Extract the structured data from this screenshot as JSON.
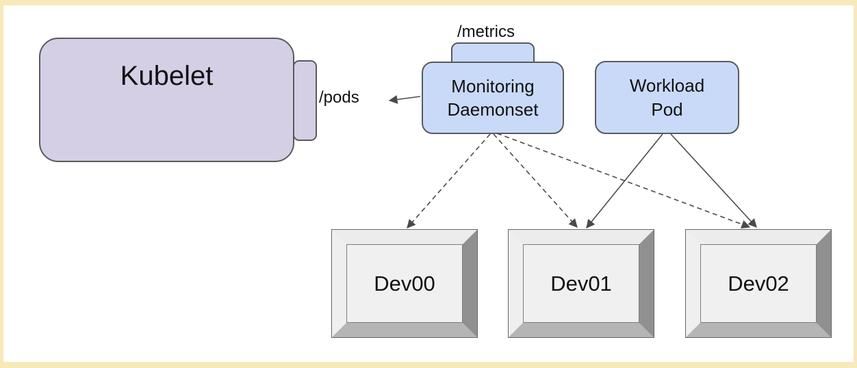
{
  "diagram": {
    "title_hint": "Kubernetes device-plugin monitoring topology",
    "kubelet": {
      "label": "Kubelet"
    },
    "monitoring": {
      "line1": "Monitoring",
      "line2": "Daemonset"
    },
    "workload": {
      "line1": "Workload",
      "line2": "Pod"
    },
    "endpoints": {
      "pods": "/pods",
      "metrics": "/metrics"
    },
    "devices": [
      {
        "label": "Dev00"
      },
      {
        "label": "Dev01"
      },
      {
        "label": "Dev02"
      }
    ],
    "edges": [
      {
        "from": "monitoring-daemonset",
        "to": "kubelet",
        "style": "solid",
        "via": "/pods endpoint"
      },
      {
        "from": "monitoring-daemonset",
        "to": "dev00",
        "style": "dashed"
      },
      {
        "from": "monitoring-daemonset",
        "to": "dev01",
        "style": "dashed"
      },
      {
        "from": "monitoring-daemonset",
        "to": "dev02",
        "style": "dashed"
      },
      {
        "from": "workload-pod",
        "to": "dev01",
        "style": "solid"
      },
      {
        "from": "workload-pod",
        "to": "dev02",
        "style": "solid"
      }
    ],
    "colors": {
      "frame": "#f8e9bb",
      "canvas": "#ffffff",
      "node_purple": "#d5cfe6",
      "node_blue": "#c9daf8",
      "node_stroke": "#5a5a5a",
      "arrow": "#4a4a4a",
      "bevel_top": "#ececec",
      "bevel_left": "#efefef",
      "bevel_right": "#909090",
      "bevel_bottom": "#b5b5b5",
      "key_face": "#f0f0f0",
      "label_text": "#111111"
    }
  }
}
